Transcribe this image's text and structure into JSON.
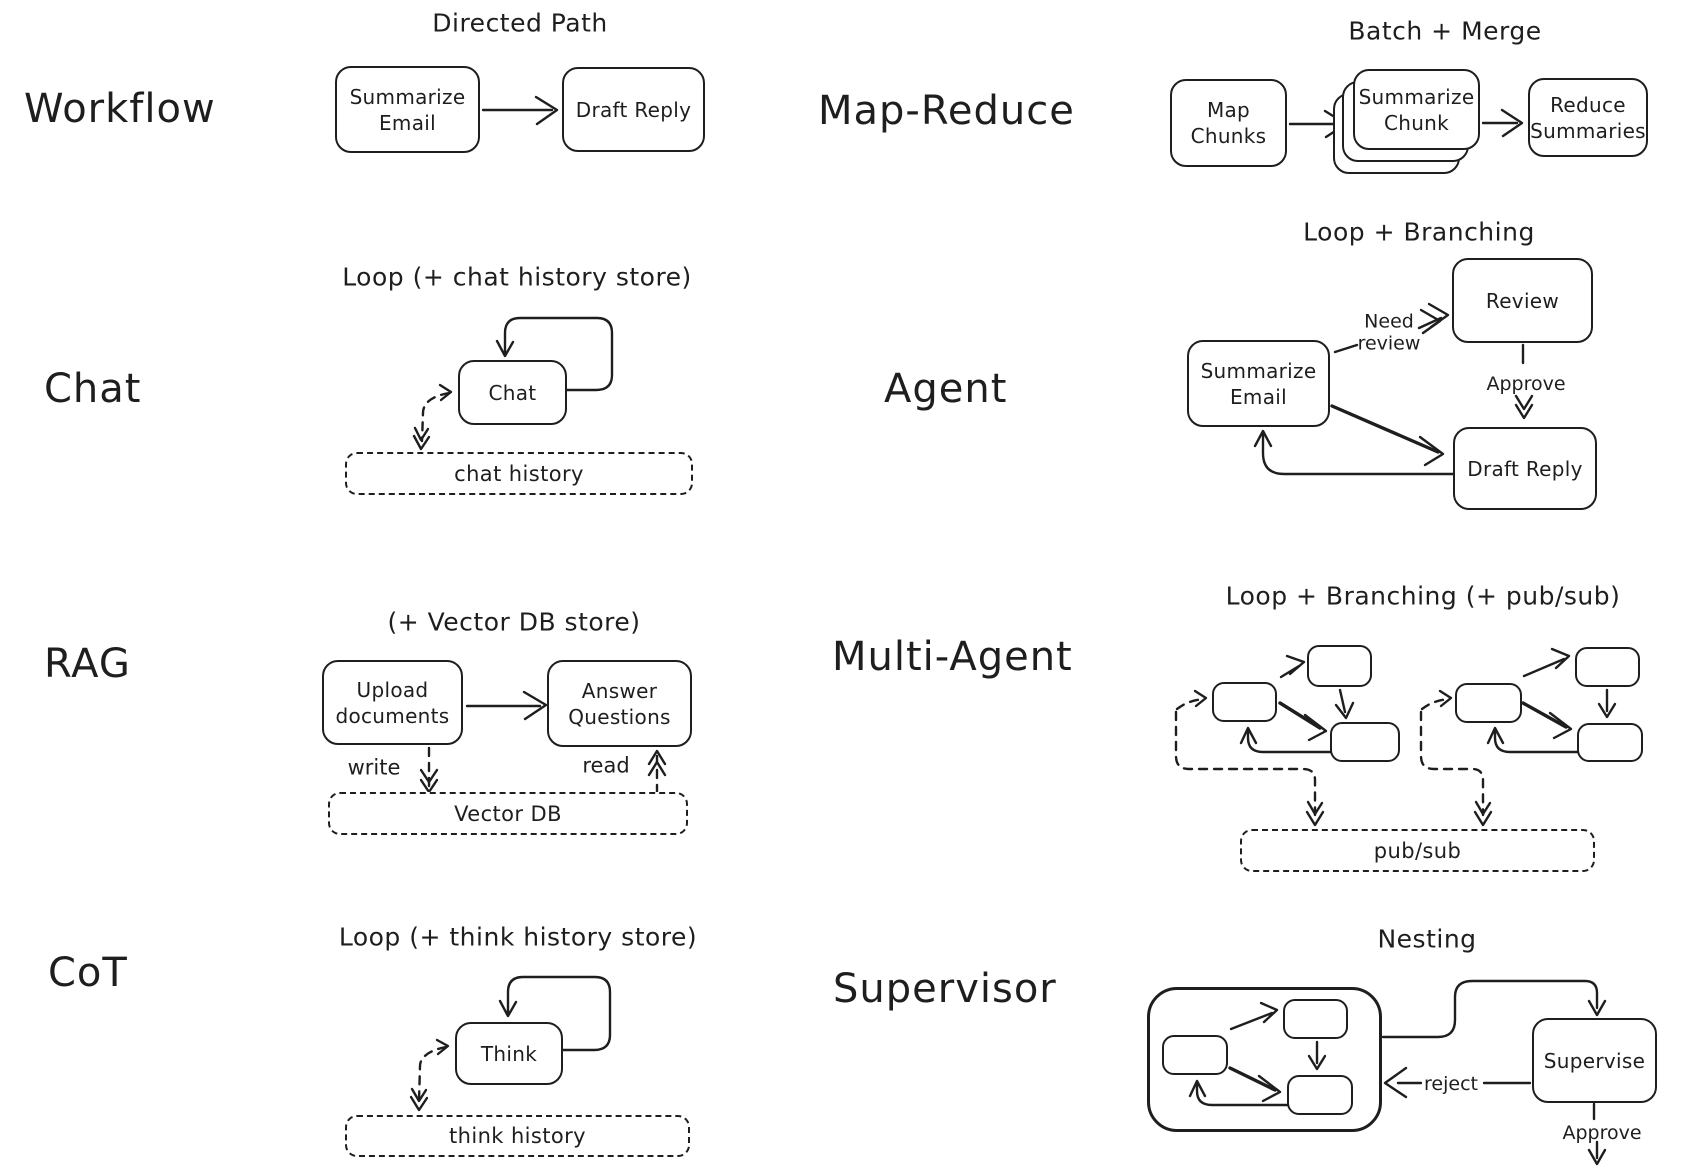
{
  "canvas": {
    "background": "#ffffff",
    "ink_color": "#1e1e1e"
  },
  "panels": {
    "workflow": {
      "label": "Workflow",
      "title": "Directed Path",
      "nodes": {
        "summarize_email": "Summarize Email",
        "draft_reply": "Draft Reply"
      }
    },
    "map_reduce": {
      "label": "Map-Reduce",
      "title": "Batch + Merge",
      "nodes": {
        "map_chunks": "Map Chunks",
        "summarize_chunk": "Summarize Chunk",
        "reduce_summaries": "Reduce Summaries"
      }
    },
    "chat": {
      "label": "Chat",
      "title": "Loop (+ chat history store)",
      "nodes": {
        "chat": "Chat",
        "history": "chat history"
      }
    },
    "agent": {
      "label": "Agent",
      "title": "Loop + Branching",
      "nodes": {
        "summarize_email": "Summarize Email",
        "review": "Review",
        "draft_reply": "Draft Reply"
      },
      "edges": {
        "need_review": "Need review",
        "approve": "Approve"
      }
    },
    "rag": {
      "label": "RAG",
      "title": "(+ Vector DB store)",
      "nodes": {
        "upload_documents": "Upload documents",
        "answer_questions": "Answer Questions",
        "vector_db": "Vector DB"
      },
      "edges": {
        "write": "write",
        "read": "read"
      }
    },
    "multi_agent": {
      "label": "Multi-Agent",
      "title": "Loop + Branching (+ pub/sub)",
      "nodes": {
        "pubsub": "pub/sub"
      }
    },
    "cot": {
      "label": "CoT",
      "title": "Loop (+ think history store)",
      "nodes": {
        "think": "Think",
        "history": "think history"
      }
    },
    "supervisor": {
      "label": "Supervisor",
      "title": "Nesting",
      "nodes": {
        "supervise": "Supervise"
      },
      "edges": {
        "reject": "reject",
        "approve": "Approve"
      }
    }
  }
}
